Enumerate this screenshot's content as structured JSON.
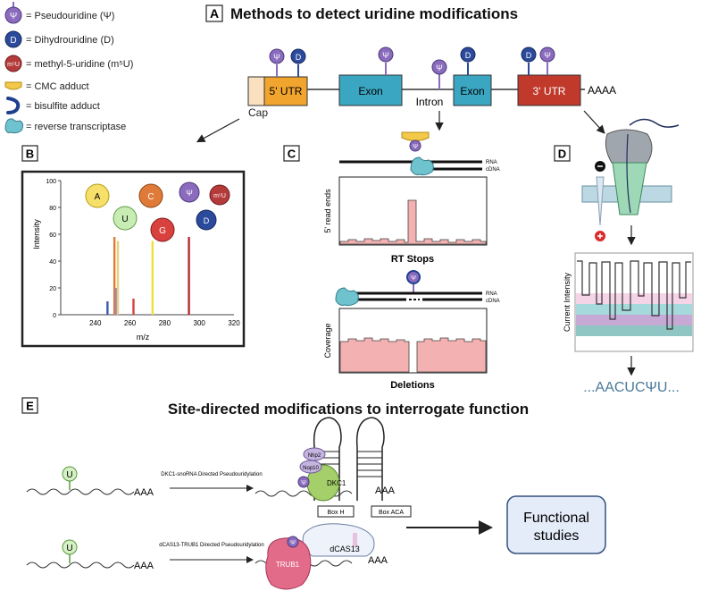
{
  "legend": {
    "items": [
      {
        "symbol": "Ψ",
        "label": "= Pseudouridine (Ψ)",
        "color": "#8a6bbd"
      },
      {
        "symbol": "D",
        "label": "= Dihydrouridine (D)",
        "color": "#2c4a9c"
      },
      {
        "symbol": "m⁵U",
        "label": "= methyl-5-uridine (m⁵U)",
        "color": "#b53b3b"
      },
      {
        "symbol": "",
        "label": "= CMC adduct",
        "color": "#f3c94a"
      },
      {
        "symbol": "",
        "label": "= bisulfite adduct",
        "color": "#1f3f8f"
      },
      {
        "symbol": "",
        "label": "= reverse transcriptase",
        "color": "#6fc3cf"
      }
    ]
  },
  "panel_a": {
    "letter": "A",
    "title": "Methods to detect uridine modifications",
    "cap_label": "Cap",
    "utr5_label": "5' UTR",
    "exon1_label": "Exon",
    "intron_label": "Intron",
    "exon2_label": "Exon",
    "utr3_label": "3' UTR",
    "polya_label": "AAAA"
  },
  "panel_b": {
    "letter": "B",
    "ylabel": "Intensity",
    "xlabel": "m/z",
    "yticks": [
      "0",
      "20",
      "40",
      "60",
      "80",
      "100"
    ],
    "xticks": [
      "240",
      "260",
      "280",
      "300",
      "320"
    ],
    "nucleosides": [
      {
        "label": "A",
        "color": "#f6e06a"
      },
      {
        "label": "C",
        "color": "#e07a38"
      },
      {
        "label": "U",
        "color": "#c8edb4"
      },
      {
        "label": "G",
        "color": "#d9413e"
      },
      {
        "label": "Ψ",
        "color": "#8a6bbd"
      },
      {
        "label": "m⁵U",
        "color": "#b53b3b"
      },
      {
        "label": "D",
        "color": "#2c4a9c"
      }
    ],
    "chart_data": {
      "type": "bar",
      "xlabel": "m/z",
      "ylabel": "Intensity",
      "xlim": [
        220,
        320
      ],
      "ylim": [
        0,
        100
      ],
      "series": [
        {
          "name": "D",
          "x": 247,
          "value": 10,
          "color": "#3b5bb0"
        },
        {
          "name": "A",
          "x": 251,
          "value": 58,
          "color": "#e07a38"
        },
        {
          "name": "Ψ",
          "x": 252,
          "value": 20,
          "color": "#9f86cc"
        },
        {
          "name": "U",
          "x": 253,
          "value": 55,
          "color": "#e5d27a"
        },
        {
          "name": "C",
          "x": 262,
          "value": 12,
          "color": "#d9413e"
        },
        {
          "name": "m⁵U",
          "x": 273,
          "value": 55,
          "color": "#f0df3a"
        },
        {
          "name": "G",
          "x": 294,
          "value": 58,
          "color": "#b52c2c"
        }
      ]
    }
  },
  "panel_c": {
    "letter": "C",
    "rna_label": "RNA",
    "cdna_label": "cDNA",
    "top_ylabel": "5' read ends",
    "top_caption": "RT Stops",
    "bottom_ylabel": "Coverage",
    "bottom_caption": "Deletions"
  },
  "panel_d": {
    "letter": "D",
    "ylabel": "Current Intensity",
    "sequence": "...AACUCΨU..."
  },
  "panel_e": {
    "letter": "E",
    "title": "Site-directed modifications to interrogate function",
    "row1_arrow_text": "DKC1-snoRNA Directed Pseudouridylation",
    "row2_arrow_text": "dCAS13-TRUB1 Directed Pseudouridylation",
    "polya": "AAA",
    "dkc1_label": "DKC1",
    "nhp2_label": "Nhp2",
    "nop10_label": "Nop10",
    "box_h_label": "Box H",
    "box_aca_label": "Box ACA",
    "trub1_label": "TRUB1",
    "dcas13_label": "dCAS13",
    "functional_line1": "Functional",
    "functional_line2": "studies"
  }
}
